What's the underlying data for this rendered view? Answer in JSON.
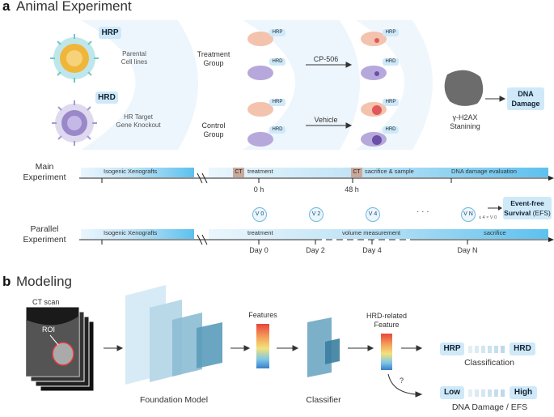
{
  "panel_a": {
    "letter": "a",
    "title": "Animal Experiment",
    "hrp_tag": "HRP",
    "hrp_desc_1": "Parental",
    "hrp_desc_2": "Cell lines",
    "hrd_tag": "HRD",
    "hrd_desc_1": "HR Target",
    "hrd_desc_2": "Gene Knockout",
    "treatment_group_1": "Treatment",
    "treatment_group_2": "Group",
    "control_group_1": "Control",
    "control_group_2": "Group",
    "mouse_hrp": "HRP",
    "mouse_hrd": "HRD",
    "drug": "CP-506",
    "vehicle": "Vehicle",
    "stain_1": "γ-H2AX",
    "stain_2": "Stanining",
    "dna_damage_1": "DNA",
    "dna_damage_2": "Damage"
  },
  "main_exp": {
    "label_1": "Main",
    "label_2": "Experiment",
    "xeno": "Isogenic Xenografts",
    "ct": "CT",
    "treatment": "treatment",
    "ct2": "CT",
    "sacrifice": "sacrifice & sample",
    "dna_eval": "DNA damage evaluation",
    "t0": "0 h",
    "t48": "48 h"
  },
  "parallel_exp": {
    "label_1": "Parallel",
    "label_2": "Experiment",
    "xeno": "Isogenic Xenografts",
    "treatment": "treatment",
    "volume": "volume measurement",
    "sacrifice": "sacrifice",
    "v0": "V 0",
    "v2": "V 2",
    "v4": "V 4",
    "dots": "· · ·",
    "vn": "V N",
    "cond": "≤ 4 × V 0",
    "efs_1": "Event-free",
    "efs_2": "Survival",
    "efs_3": "(EFS)",
    "day0": "Day 0",
    "day2": "Day 2",
    "day4": "Day 4",
    "dayn": "Day N"
  },
  "panel_b": {
    "letter": "b",
    "title": "Modeling",
    "ct_scan": "CT scan",
    "roi": "ROI",
    "foundation": "Foundation Model",
    "features": "Features",
    "classifier": "Classifier",
    "hrd_feature_1": "HRD-related",
    "hrd_feature_2": "Feature",
    "question": "?",
    "hrp": "HRP",
    "hrd": "HRD",
    "classification": "Classification",
    "low": "Low",
    "high": "High",
    "dna_efs": "DNA Damage / EFS"
  },
  "colors": {
    "accent": "#5cc1ee",
    "tag_bg": "#cfe9f8",
    "hrp_virus": "#f0b63a",
    "hrd_virus": "#9a88c8",
    "mouse": "#f3c3ad"
  }
}
